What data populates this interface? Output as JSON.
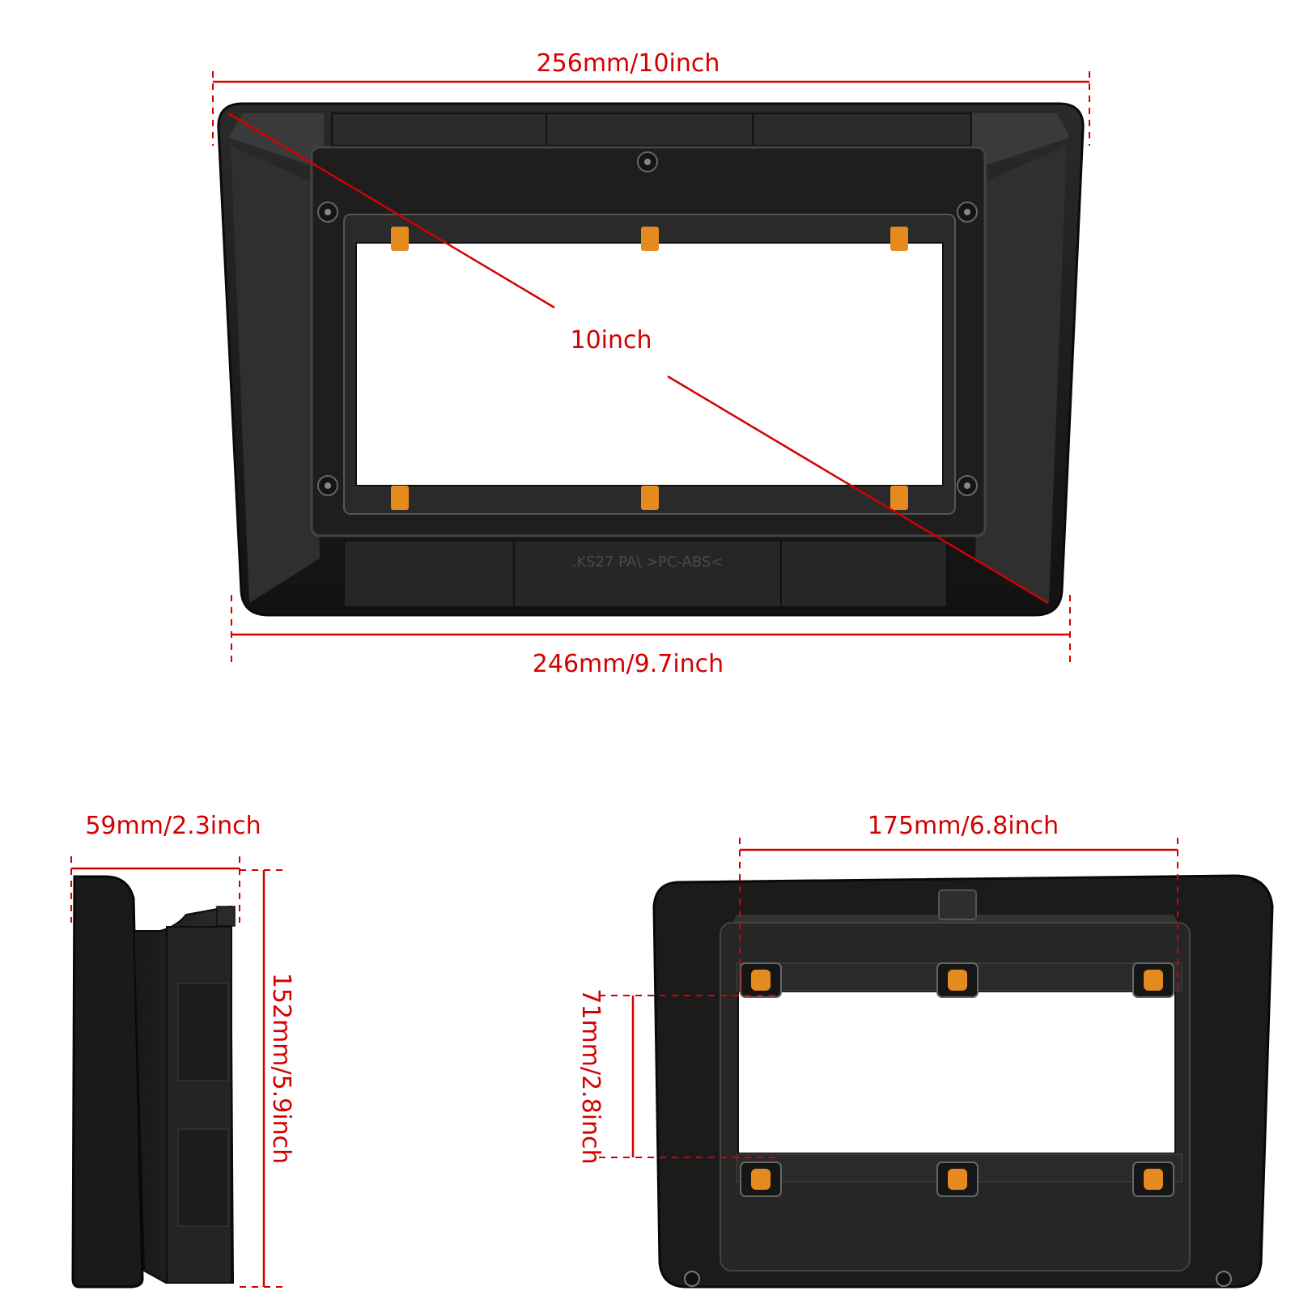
{
  "dimensions": {
    "top_width": "256mm/10inch",
    "bottom_width": "246mm/9.7inch",
    "diagonal": "10inch",
    "depth": "59mm/2.3inch",
    "height": "152mm/5.9inch",
    "inner_width": "175mm/6.8inch",
    "inner_height": "71mm/2.8inch"
  },
  "frame_marking": ".KS27 PA\\  >PC-ABS<",
  "colors": {
    "dimension_red": "#d40000",
    "frame_black": "#1c1c1c",
    "clip_orange": "#e58a1f"
  }
}
